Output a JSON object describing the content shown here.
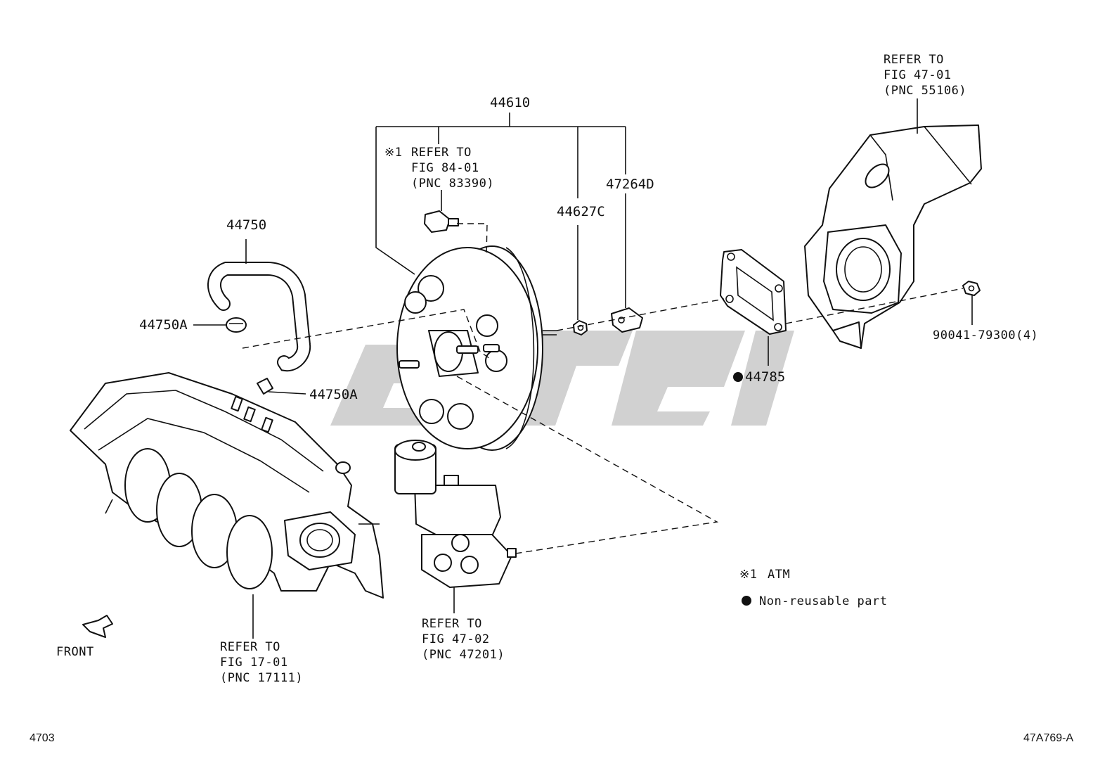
{
  "labels": {
    "p44610": "44610",
    "p44750": "44750",
    "p44750A_top": "44750A",
    "p44750A_bottom": "44750A",
    "p44627C": "44627C",
    "p47264D": "47264D",
    "p44785": "44785",
    "p90041": "90041-79300(4)"
  },
  "refs": {
    "switch": {
      "mark": "※1",
      "line1": "REFER TO",
      "line2": "FIG 84-01",
      "line3": "(PNC 83390)"
    },
    "bracket": {
      "line1": "REFER TO",
      "line2": "FIG 47-01",
      "line3": "(PNC 55106)"
    },
    "master_cylinder": {
      "line1": "REFER TO",
      "line2": "FIG 47-02",
      "line3": "(PNC 47201)"
    },
    "manifold": {
      "line1": "REFER TO",
      "line2": "FIG 17-01",
      "line3": "(PNC 17111)"
    }
  },
  "legend": {
    "atm_mark": "※1",
    "atm_text": "ATM",
    "nonreusable_text": "Non-reusable part"
  },
  "front_label": "FRONT",
  "footer": {
    "left_code": "4703",
    "right_code": "47A769-A"
  }
}
